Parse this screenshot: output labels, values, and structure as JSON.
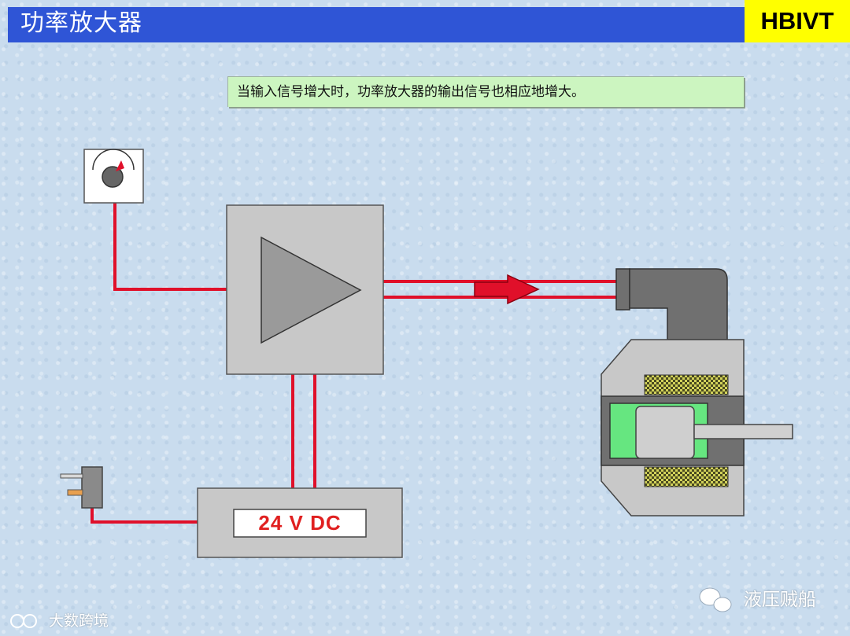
{
  "header": {
    "title": "功率放大器",
    "logo": "HBIVT"
  },
  "caption": "当输入信号增大时，功率放大器的输出信号也相应地增大。",
  "power_supply": {
    "label": "24 V  DC"
  },
  "colors": {
    "title_bar": "#2f55d6",
    "logo_bg": "#ffff00",
    "caption_bg": "#ccf5c0",
    "wire": "#e0102a",
    "amplifier_box": "#c8c8c8",
    "coil": "#c8c84a",
    "armature_chamber": "#66e680"
  },
  "icons": {
    "potentiometer": "dial-knob-icon",
    "plug": "mains-plug-icon",
    "amplifier": "triangle-amplifier-icon",
    "signal_arrow": "right-arrow-icon",
    "solenoid": "proportional-solenoid-icon"
  },
  "watermarks": {
    "right": "液压贼船",
    "left": "大数跨境"
  }
}
